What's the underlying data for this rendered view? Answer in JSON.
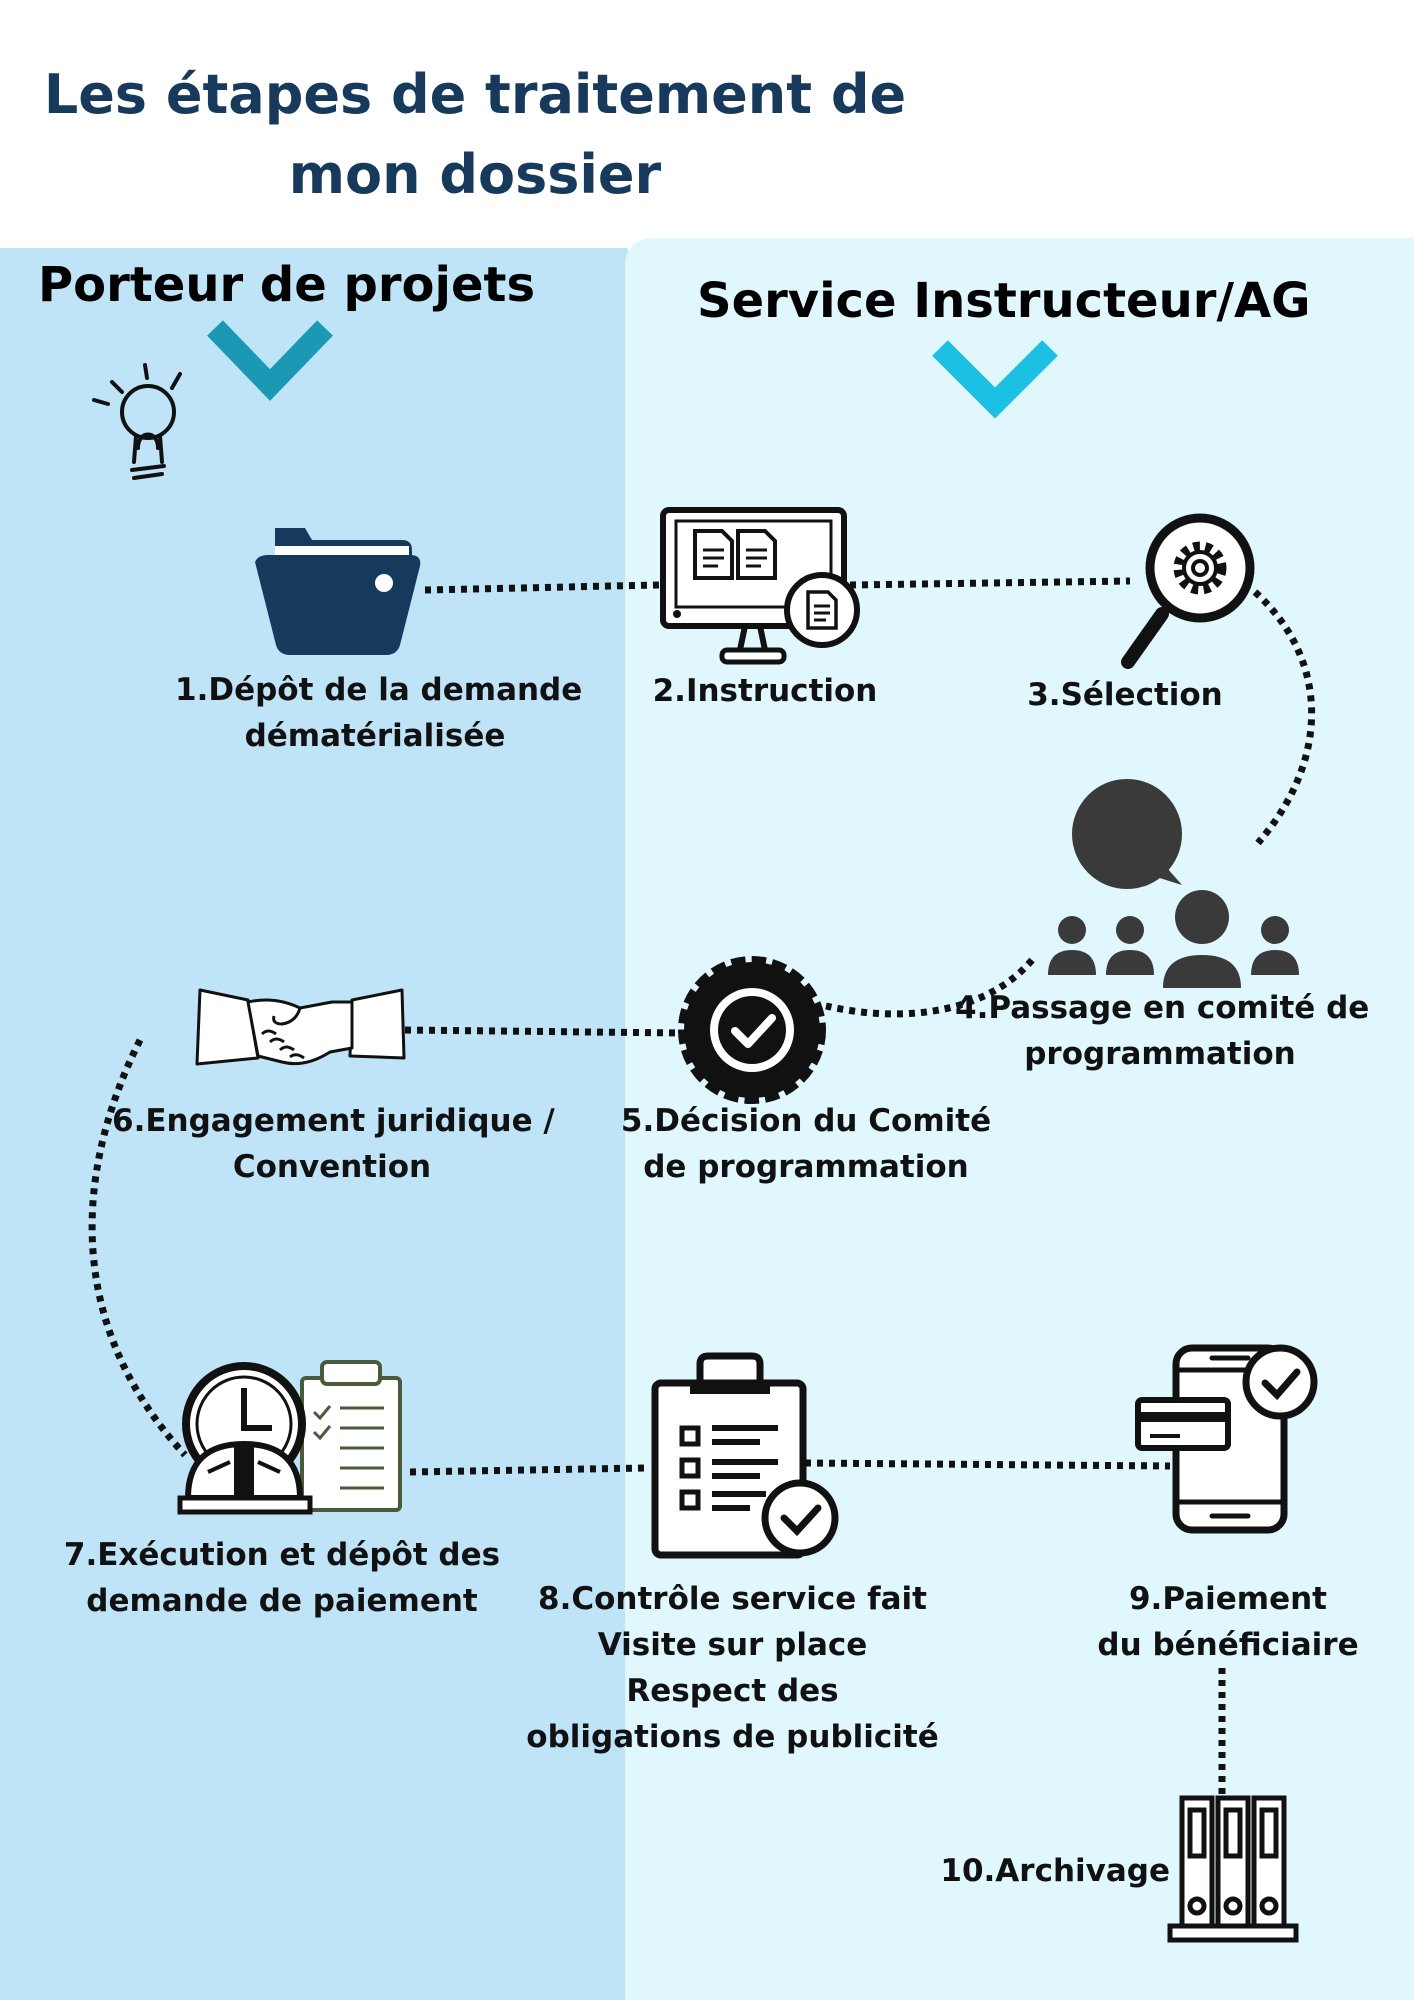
{
  "title": {
    "line1": "Les étapes de traitement de",
    "line2": "mon dossier"
  },
  "columns": {
    "left": {
      "label": "Porteur de projets"
    },
    "right": {
      "label": "Service Instructeur/AG"
    }
  },
  "colors": {
    "title": "#173a5c",
    "left_panel": "#bfe4f8",
    "right_panel": "#e0f7fd",
    "chevron_left": "#1a98b4",
    "chevron_right": "#1cc0e2",
    "folder": "#153a5c",
    "icon_dark": "#3a3a3a"
  },
  "steps": [
    {
      "id": "step-1",
      "icon": "folder-icon",
      "lines": [
        "1.Dépôt de la demande",
        "dématérialisée"
      ]
    },
    {
      "id": "step-2",
      "icon": "computer-documents-icon",
      "lines": [
        "2.Instruction"
      ]
    },
    {
      "id": "step-3",
      "icon": "magnifier-gear-icon",
      "lines": [
        "3.Sélection"
      ]
    },
    {
      "id": "step-4",
      "icon": "meeting-group-icon",
      "lines": [
        "4.Passage en comité de",
        "programmation"
      ]
    },
    {
      "id": "step-5",
      "icon": "approval-badge-icon",
      "lines": [
        "5.Décision du Comité",
        "de programmation"
      ]
    },
    {
      "id": "step-6",
      "icon": "handshake-icon",
      "lines": [
        "6.Engagement juridique /",
        "Convention"
      ]
    },
    {
      "id": "step-7",
      "icon": "clock-clipboard-icon",
      "lines": [
        "7.Exécution et dépôt des",
        "demande de paiement"
      ]
    },
    {
      "id": "step-8",
      "icon": "checklist-clipboard-icon",
      "lines": [
        "8.Contrôle service fait",
        "Visite sur place",
        "Respect des",
        "obligations de publicité"
      ]
    },
    {
      "id": "step-9",
      "icon": "mobile-payment-icon",
      "lines": [
        "9.Paiement",
        "du bénéficiaire"
      ]
    },
    {
      "id": "step-10",
      "icon": "archive-binders-icon",
      "lines": [
        "10.Archivage"
      ]
    }
  ]
}
